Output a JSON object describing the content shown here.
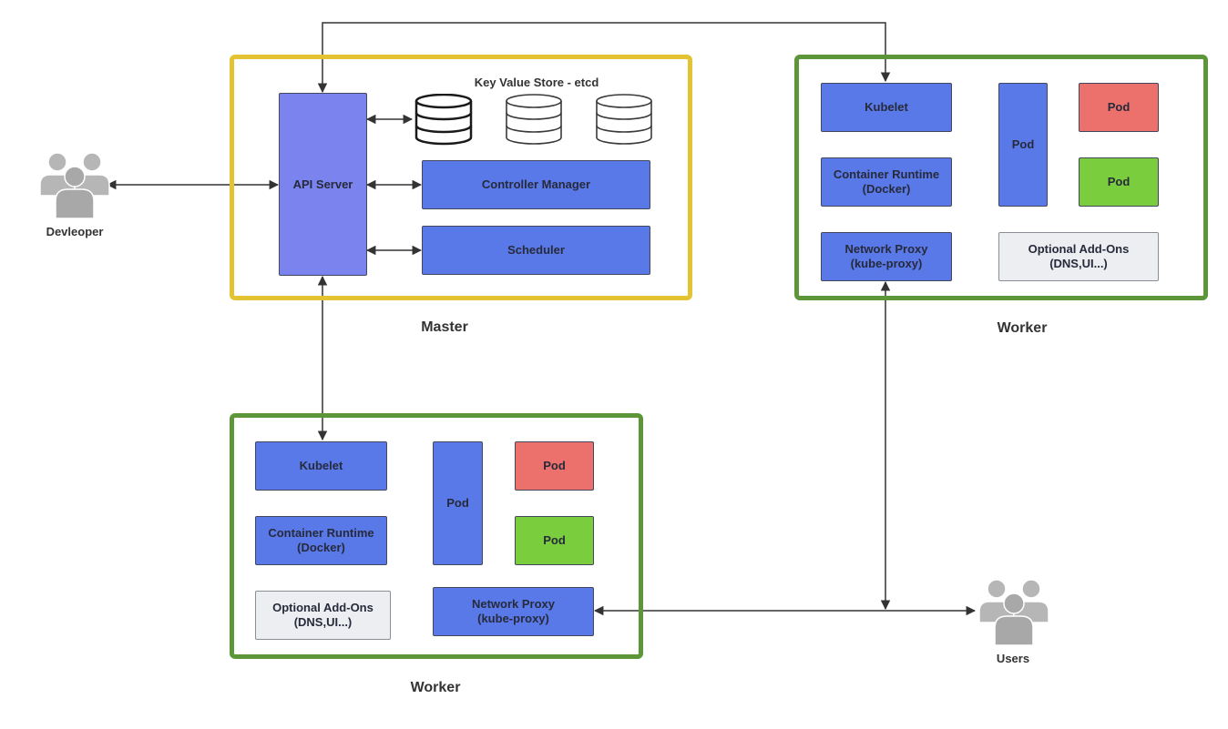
{
  "master": {
    "label": "Master",
    "etcd_label": "Key Value Store - etcd",
    "api_server": "API Server",
    "controller_manager": "Controller Manager",
    "scheduler": "Scheduler"
  },
  "worker_right": {
    "label": "Worker",
    "kubelet": "Kubelet",
    "runtime": "Container Runtime\n(Docker)",
    "proxy": "Network Proxy\n(kube-proxy)",
    "pod_tall": "Pod",
    "pod_red": "Pod",
    "pod_green": "Pod",
    "addons": "Optional Add-Ons\n(DNS,UI...)"
  },
  "worker_bottom": {
    "label": "Worker",
    "kubelet": "Kubelet",
    "runtime": "Container Runtime\n(Docker)",
    "proxy": "Network Proxy\n(kube-proxy)",
    "pod_tall": "Pod",
    "pod_red": "Pod",
    "pod_green": "Pod",
    "addons": "Optional Add-Ons\n(DNS,UI...)"
  },
  "actors": {
    "developer": "Devleoper",
    "users": "Users"
  },
  "icons": {
    "database": "database-icon",
    "people": "users-group-icon"
  },
  "colors": {
    "master_border": "#e3c332",
    "worker_border": "#5c9638",
    "component_blue": "#5a79e8",
    "api_server": "#7b83ef",
    "pod_red": "#ec706b",
    "pod_green": "#7acd3c",
    "addons_grey": "#eceef2"
  }
}
